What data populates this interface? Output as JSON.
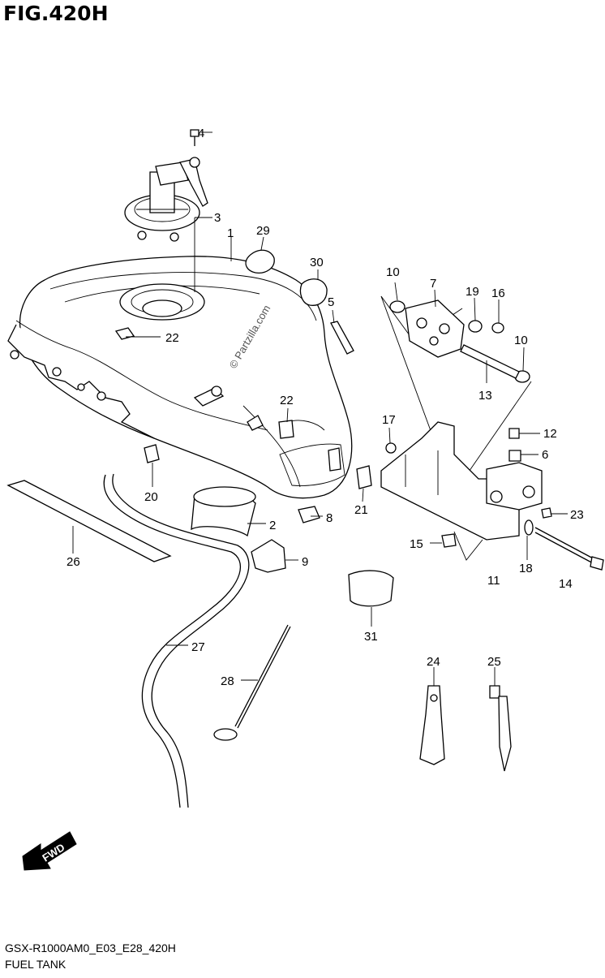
{
  "figure": {
    "title": "FIG.420H",
    "model_code": "GSX-R1000AM0_E03_E28_420H",
    "name": "FUEL TANK",
    "watermark": "© Partzilla.com",
    "fwd_label": "FWD"
  },
  "callouts": [
    {
      "id": "c1",
      "label": "1"
    },
    {
      "id": "c2",
      "label": "2"
    },
    {
      "id": "c3",
      "label": "3"
    },
    {
      "id": "c4",
      "label": "4"
    },
    {
      "id": "c5",
      "label": "5"
    },
    {
      "id": "c6",
      "label": "6"
    },
    {
      "id": "c7",
      "label": "7"
    },
    {
      "id": "c8",
      "label": "8"
    },
    {
      "id": "c9",
      "label": "9"
    },
    {
      "id": "c10a",
      "label": "10"
    },
    {
      "id": "c10b",
      "label": "10"
    },
    {
      "id": "c11",
      "label": "11"
    },
    {
      "id": "c12",
      "label": "12"
    },
    {
      "id": "c13",
      "label": "13"
    },
    {
      "id": "c14",
      "label": "14"
    },
    {
      "id": "c15",
      "label": "15"
    },
    {
      "id": "c16",
      "label": "16"
    },
    {
      "id": "c17",
      "label": "17"
    },
    {
      "id": "c18",
      "label": "18"
    },
    {
      "id": "c19",
      "label": "19"
    },
    {
      "id": "c20",
      "label": "20"
    },
    {
      "id": "c21",
      "label": "21"
    },
    {
      "id": "c22a",
      "label": "22"
    },
    {
      "id": "c22b",
      "label": "22"
    },
    {
      "id": "c23",
      "label": "23"
    },
    {
      "id": "c24",
      "label": "24"
    },
    {
      "id": "c25",
      "label": "25"
    },
    {
      "id": "c26",
      "label": "26"
    },
    {
      "id": "c27",
      "label": "27"
    },
    {
      "id": "c28",
      "label": "28"
    },
    {
      "id": "c29",
      "label": "29"
    },
    {
      "id": "c30",
      "label": "30"
    },
    {
      "id": "c31",
      "label": "31"
    }
  ]
}
